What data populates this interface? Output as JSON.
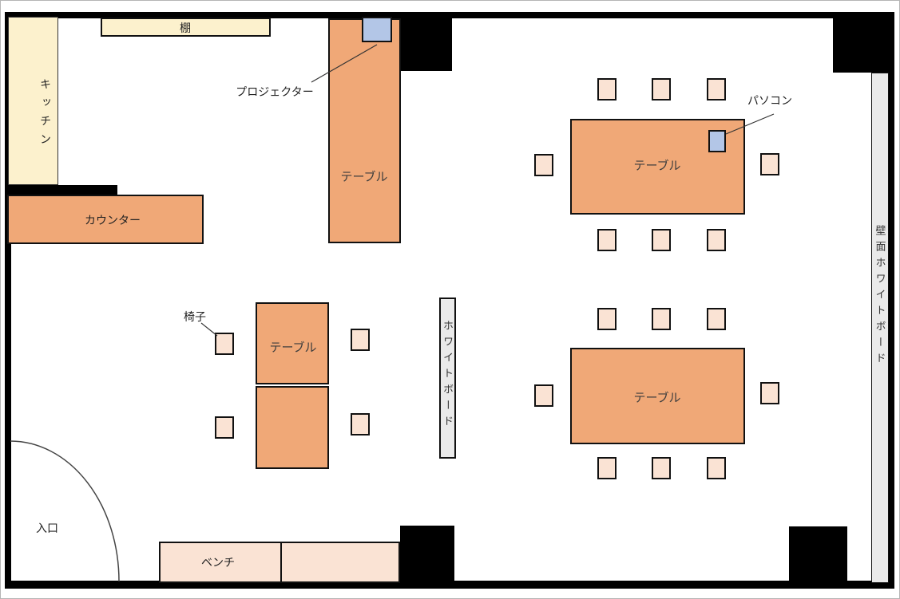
{
  "floorplan": {
    "labels": {
      "kitchen": "キッチン",
      "shelf": "棚",
      "counter": "カウンター",
      "projector": "プロジェクター",
      "table": "テーブル",
      "pc": "パソコン",
      "chair": "椅子",
      "whiteboard": "ホワイトボード",
      "wall_whiteboard": "壁面ホワイトボード",
      "entrance": "入口",
      "bench": "ベンチ"
    },
    "colors": {
      "table_fill": "#F0A877",
      "chair_fill": "#FAE3D4",
      "bench_fill": "#FAE3D4",
      "kitchen_fill": "#FCF1CD",
      "shelf_fill": "#FCF1CD",
      "equipment_fill": "#B3C6E7",
      "whiteboard_fill": "#EAEAEA",
      "wall_fill": "#000000"
    }
  }
}
